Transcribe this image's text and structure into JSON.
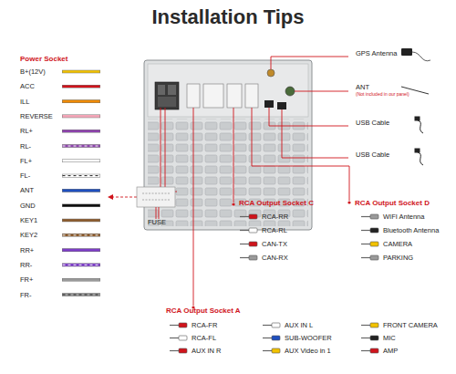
{
  "diagram": {
    "title": "Installation Tips",
    "labels": [
      "Power Socket",
      "B+(12V)",
      "ACC",
      "ILL",
      "REVERSE",
      "RL+",
      "RL-",
      "FL+",
      "FL-",
      "ANT",
      "GND",
      "KEY1",
      "KEY2",
      "RR+",
      "RR-",
      "FR+",
      "FR-",
      "GPS Antenna",
      "ANT",
      "(Not included in our panel)",
      "USB Cable",
      "USB Cable",
      "FUSE",
      "RCA Output Socket C",
      "RCA-RR",
      "RCA-RL",
      "CAN-TX",
      "CAN-RX",
      "RCA Output Socket D",
      "WIFI Antenna",
      "Bluetooth Antenna",
      "CAMERA",
      "PARKING",
      "RCA Output Socket A",
      "RCA-FR",
      "RCA-FL",
      "AUX IN R",
      "AUX IN L",
      "SUB-WOOFER",
      "AUX Video in 1",
      "FRONT CAMERA",
      "MIC",
      "AMP"
    ]
  }
}
